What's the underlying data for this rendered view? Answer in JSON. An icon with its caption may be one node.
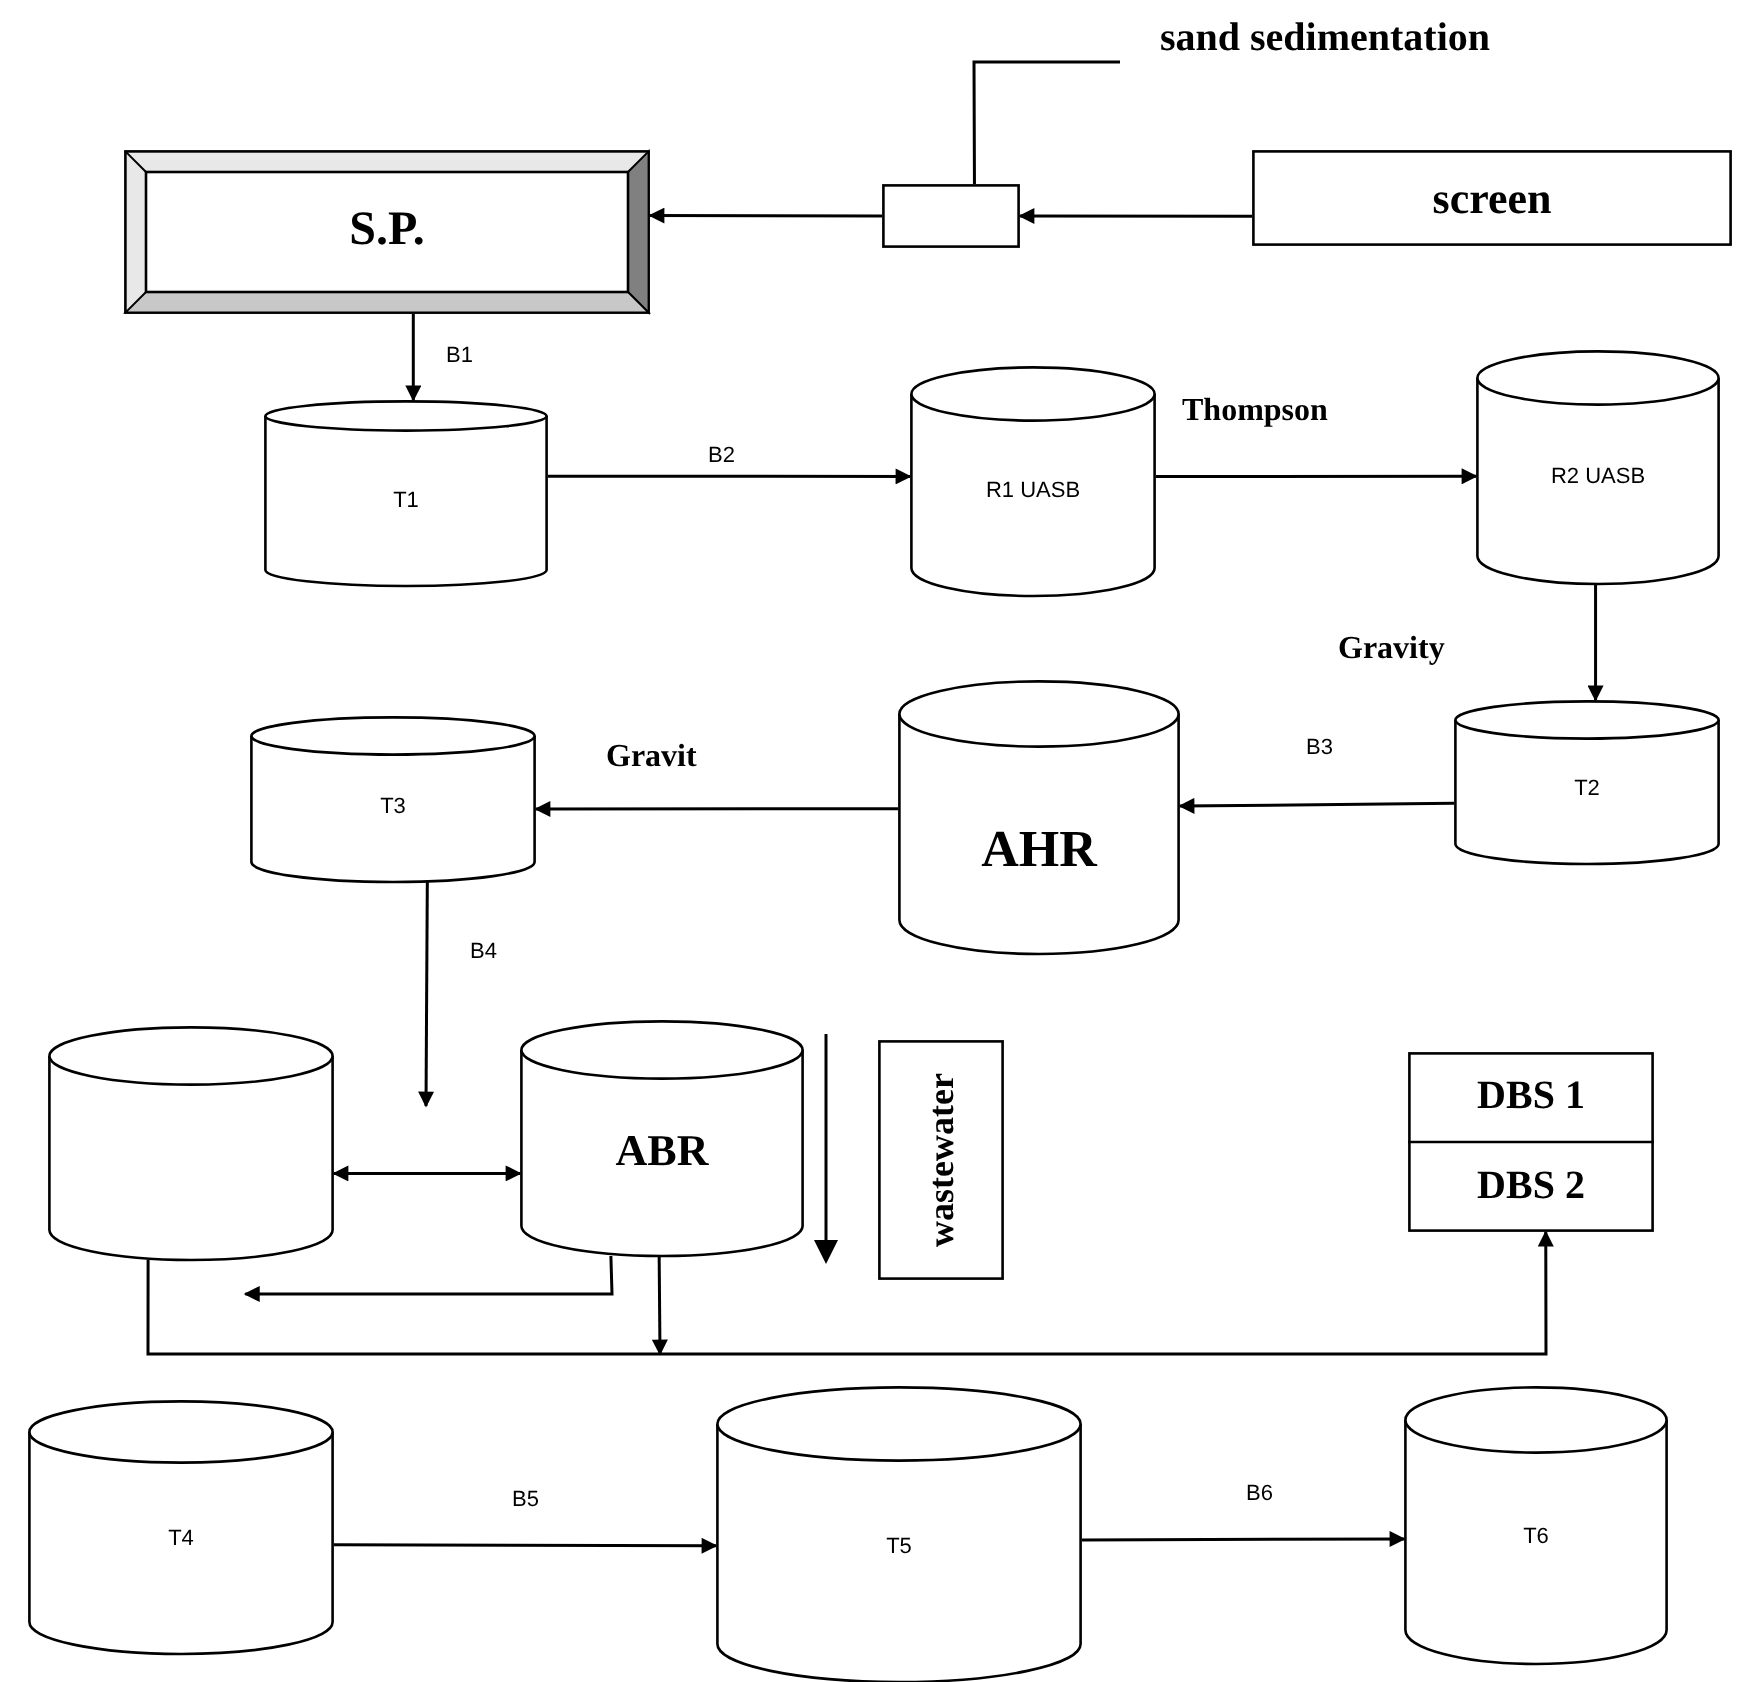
{
  "diagram": {
    "nodes": [
      {
        "text": [
          "S.P."
        ]
      },
      {
        "text": [],
        "shape": "box"
      },
      {
        "text": [
          "sand sedimentation"
        ]
      },
      {
        "text": [
          "screen"
        ]
      },
      {
        "text": [
          "T1"
        ]
      },
      {
        "text": [
          "R1 UASB"
        ]
      },
      {
        "text": [
          "R2 UASB"
        ]
      },
      {
        "text": [
          "T2"
        ]
      },
      {
        "text": [
          "AHR"
        ]
      },
      {
        "text": [
          "T3"
        ]
      },
      {
        "text": [],
        "shape": "cylinder"
      },
      {
        "text": [
          "ABR"
        ]
      },
      {
        "text": [
          "wastewater"
        ]
      },
      {
        "text": [
          "DBS 1",
          "DBS 2"
        ]
      },
      {
        "text": [
          "T4"
        ]
      },
      {
        "text": [
          "T5"
        ]
      },
      {
        "text": [
          "T6"
        ]
      }
    ],
    "edges": [
      {
        "from": 3,
        "to": 1,
        "arrow": "to"
      },
      {
        "from": 1,
        "to": 0,
        "arrow": "to"
      },
      {
        "from": 2,
        "to": 1,
        "arrow": "none"
      },
      {
        "from": 0,
        "to": 4,
        "arrow": "to",
        "label": "B1"
      },
      {
        "from": 4,
        "to": 5,
        "arrow": "to",
        "label": "B2"
      },
      {
        "from": 5,
        "to": 6,
        "arrow": "to",
        "label": "Thompson"
      },
      {
        "from": 6,
        "to": 7,
        "arrow": "to",
        "label": "Gravity"
      },
      {
        "from": 7,
        "to": 8,
        "arrow": "to",
        "label": "B3"
      },
      {
        "from": 8,
        "to": 9,
        "arrow": "to",
        "label": "Gravit"
      },
      {
        "from": 9,
        "to": null,
        "arrow": "to",
        "label": "B4"
      },
      {
        "from": 10,
        "to": 11,
        "arrow": "both"
      },
      {
        "from": 11,
        "to": 10,
        "arrow": "to"
      },
      {
        "from": 11,
        "to": null,
        "arrow": "to"
      },
      {
        "from": 10,
        "to": 13,
        "arrow": "to"
      },
      {
        "from": 14,
        "to": 15,
        "arrow": "to",
        "label": "B5"
      },
      {
        "from": 15,
        "to": 16,
        "arrow": "to",
        "label": "B6"
      }
    ]
  }
}
